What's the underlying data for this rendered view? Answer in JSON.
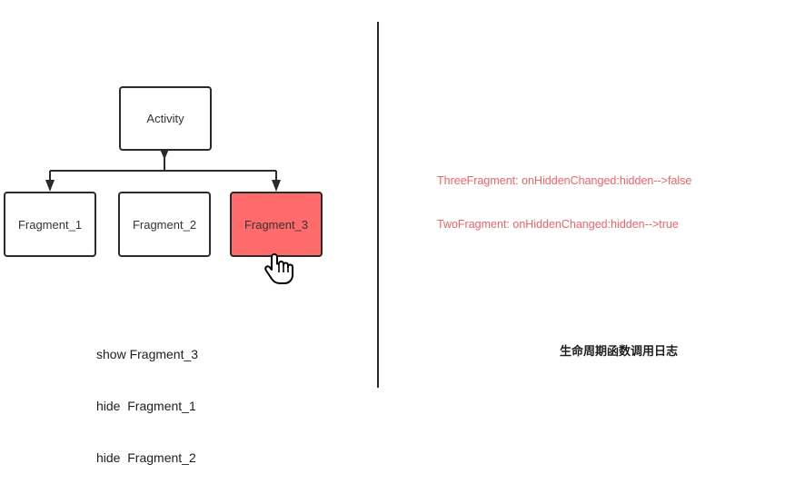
{
  "diagram": {
    "root": {
      "label": "Activity"
    },
    "children": [
      {
        "label": "Fragment_1",
        "active": false
      },
      {
        "label": "Fragment_2",
        "active": false
      },
      {
        "label": "Fragment_3",
        "active": true
      }
    ],
    "active_color": "#ff6b6b"
  },
  "operations": [
    "show Fragment_3",
    "hide  Fragment_1",
    "hide  Fragment_2"
  ],
  "log": {
    "lines": [
      "ThreeFragment: onHiddenChanged:hidden-->false",
      "TwoFragment: onHiddenChanged:hidden-->true"
    ],
    "color": "#f06464",
    "title": "生命周期函数调用日志"
  },
  "cursor_icon": "hand-pointer-icon"
}
